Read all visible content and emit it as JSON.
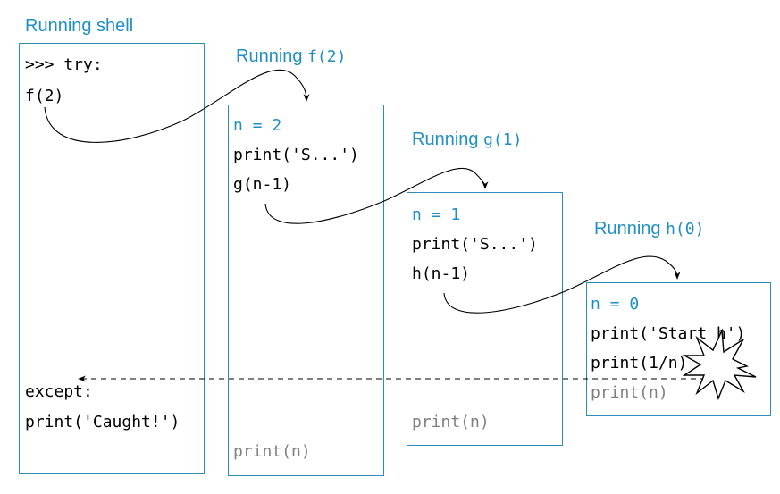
{
  "shell": {
    "title": "Running shell",
    "line_try": ">>> try:",
    "line_call": "f(2)",
    "line_except": "except:",
    "line_print": "print('Caught!')"
  },
  "frame_f": {
    "title_prefix": "Running ",
    "title_call": "f(2)",
    "line_assign": "n = 2",
    "line_print_start": "print('S...')",
    "line_call": "g(n-1)",
    "line_print_n": "print(n)"
  },
  "frame_g": {
    "title_prefix": "Running ",
    "title_call": "g(1)",
    "line_assign": "n = 1",
    "line_print_start": "print('S...')",
    "line_call": "h(n-1)",
    "line_print_n": "print(n)"
  },
  "frame_h": {
    "title_prefix": "Running ",
    "title_call": "h(0)",
    "line_assign": "n = 0",
    "line_print_start": "print('Start h')",
    "line_print_div": "print(1/n)",
    "line_print_n": "print(n)"
  },
  "colors": {
    "accent": "#1f8fc4",
    "frame_border": "#2d8dbe",
    "unreached": "#808080",
    "text": "#000000"
  },
  "icons": {
    "exception": "explosion-burst-icon"
  }
}
